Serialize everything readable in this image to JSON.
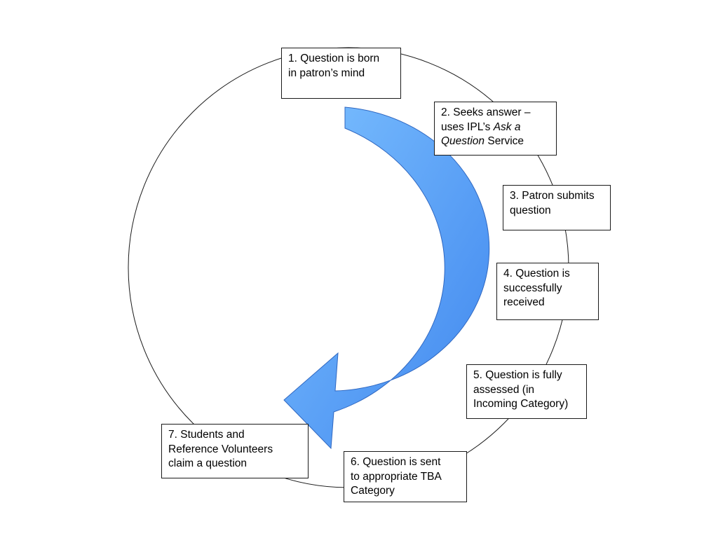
{
  "colors": {
    "arrow_light": "#7cc0ff",
    "arrow_dark": "#3f86ee",
    "arrow_outline": "#2f67c0",
    "circle_stroke": "#1a1a1a",
    "box_border": "#1a1a1a"
  },
  "steps": [
    {
      "lines": [
        "1.  Question is born",
        "in patron’s mind"
      ]
    },
    {
      "line1": "2.  Seeks answer –",
      "line2_prefix": "uses IPL’s ",
      "line2_italic": "Ask a",
      "line3_italic": "Question",
      "line3_suffix": " Service"
    },
    {
      "lines": [
        "3. Patron submits",
        "question"
      ]
    },
    {
      "lines": [
        "4. Question is",
        "successfully",
        "received"
      ]
    },
    {
      "lines": [
        "5.  Question is fully",
        "assessed (in",
        "Incoming Category)"
      ]
    },
    {
      "lines": [
        "6.  Question is sent",
        "to appropriate TBA",
        "Category"
      ]
    },
    {
      "lines": [
        "7.  Students and",
        "Reference Volunteers",
        "claim a question"
      ]
    }
  ]
}
